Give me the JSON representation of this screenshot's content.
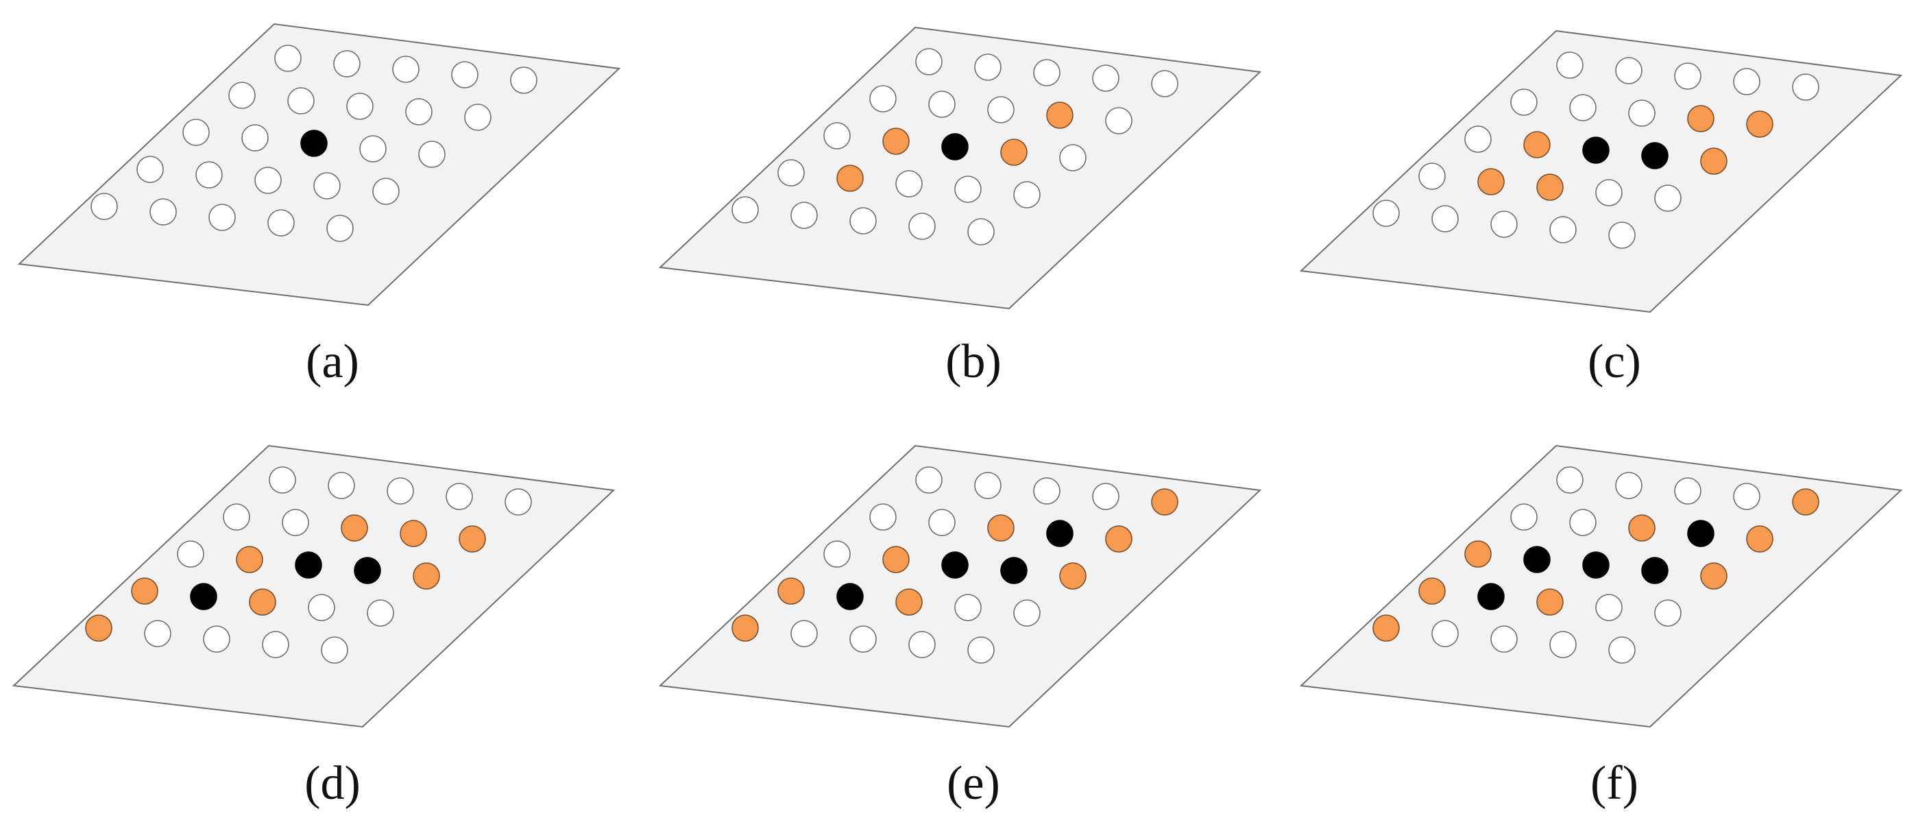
{
  "colors": {
    "background": "#ffffff",
    "plate_fill": "#f2f2f2",
    "plate_stroke": "#6f6f6f",
    "empty_site": "#ffffff",
    "empty_site_stroke": "#6f6f6f",
    "occupied_site": "#000000",
    "neighbor_site": "#f59a4e",
    "neighbor_site_stroke": "#7a5030"
  },
  "lattice": {
    "rows": 5,
    "cols": 5
  },
  "panels": [
    {
      "label": "(a)",
      "occupied": [
        [
          2,
          2
        ]
      ],
      "neighbors": []
    },
    {
      "label": "(b)",
      "occupied": [
        [
          2,
          2
        ]
      ],
      "neighbors": [
        [
          1,
          3
        ],
        [
          2,
          1
        ],
        [
          2,
          3
        ],
        [
          3,
          1
        ]
      ]
    },
    {
      "label": "(c)",
      "occupied": [
        [
          2,
          2
        ],
        [
          2,
          3
        ]
      ],
      "neighbors": [
        [
          1,
          3
        ],
        [
          1,
          4
        ],
        [
          2,
          1
        ],
        [
          2,
          4
        ],
        [
          3,
          1
        ],
        [
          3,
          2
        ]
      ]
    },
    {
      "label": "(d)",
      "occupied": [
        [
          2,
          2
        ],
        [
          2,
          3
        ],
        [
          3,
          1
        ]
      ],
      "neighbors": [
        [
          1,
          2
        ],
        [
          1,
          3
        ],
        [
          1,
          4
        ],
        [
          2,
          1
        ],
        [
          2,
          4
        ],
        [
          3,
          0
        ],
        [
          3,
          2
        ],
        [
          4,
          0
        ]
      ]
    },
    {
      "label": "(e)",
      "occupied": [
        [
          1,
          3
        ],
        [
          2,
          2
        ],
        [
          2,
          3
        ],
        [
          3,
          1
        ]
      ],
      "neighbors": [
        [
          0,
          4
        ],
        [
          1,
          2
        ],
        [
          1,
          4
        ],
        [
          2,
          1
        ],
        [
          2,
          4
        ],
        [
          3,
          0
        ],
        [
          3,
          2
        ],
        [
          4,
          0
        ]
      ]
    },
    {
      "label": "(f)",
      "occupied": [
        [
          1,
          3
        ],
        [
          2,
          1
        ],
        [
          2,
          2
        ],
        [
          2,
          3
        ],
        [
          3,
          1
        ]
      ],
      "neighbors": [
        [
          0,
          4
        ],
        [
          1,
          2
        ],
        [
          1,
          4
        ],
        [
          2,
          0
        ],
        [
          2,
          4
        ],
        [
          3,
          0
        ],
        [
          3,
          2
        ],
        [
          4,
          0
        ]
      ]
    }
  ]
}
